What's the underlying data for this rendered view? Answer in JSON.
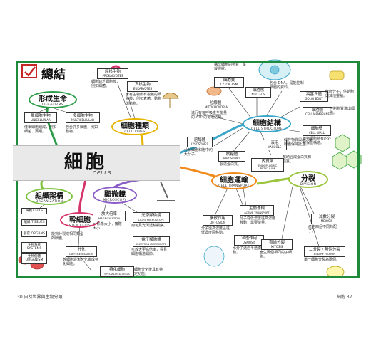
{
  "summary": {
    "title": "總結"
  },
  "center": {
    "zh": "細胞",
    "en": "CELLS"
  },
  "nodes": {
    "life_forms": {
      "zh": "形成生命",
      "en": "LIFE-FORMS"
    },
    "cell_types": {
      "zh": "細胞種類",
      "en": "CELL TYPES"
    },
    "cell_structure": {
      "zh": "細胞結構",
      "en": "CELL STRUCTURE"
    },
    "organization": {
      "zh": "組織架構",
      "en": "ORGANIZATION"
    },
    "stem_cells": {
      "zh": "幹細胞",
      "en": "STEM CELLS"
    },
    "microscopy": {
      "zh": "顯微鏡",
      "en": "MICROSCOPY"
    },
    "cell_transport": {
      "zh": "細胞運輸",
      "en": "CELL TRANSPORT"
    },
    "division": {
      "zh": "分裂",
      "en": "DIVISION"
    }
  },
  "life_forms_items": {
    "unicellular_zh": "單細胞生物",
    "unicellular_en": "UNICELLULAR",
    "unicellular_desc": "僅單細胞組成，例如細菌、藻類。",
    "multicellular_zh": "多細胞生物",
    "multicellular_en": "MULTICELLULAR",
    "multicellular_desc": "包含許多細胞，例如動物。"
  },
  "cell_types_items": {
    "prokaryote_zh": "原核生物",
    "prokaryote_en": "PROKARYOTES",
    "prokaryote_desc": "細胞缺乏細胞核，例如細菌。",
    "eukaryote_zh": "真核生物",
    "eukaryote_en": "EUKARYOTES",
    "eukaryote_desc": "含有生物所有複雜的細胞核，例如真菌、動物與植物。"
  },
  "structure_items": {
    "cytoplasm_zh": "細胞質",
    "cytoplasm_en": "CYTOPLASM",
    "cytoplasm_desc": "構成細胞的物質，呈凝膠狀。",
    "nucleus_zh": "細胞核",
    "nucleus_en": "NUCLEUS",
    "nucleus_desc": "包含 DNA，是能控制細胞的資料。",
    "mitochondria_zh": "粒線體",
    "mitochondria_en": "MITOCHONDRIA",
    "mitochondria_desc": "進行有氧呼吸產生能量的 ATP 的電池結構。",
    "golgi_zh": "高基氏體",
    "golgi_en": "GOLGI BODY",
    "golgi_desc": "修飾分子，供給胞與其他靈點。",
    "membrane_zh": "細胞膜",
    "membrane_en": "CELL MEMBRANE",
    "membrane_desc": "控制物質進出細胞。",
    "wall_zh": "細胞壁",
    "wall_en": "CELL WALL",
    "wall_desc": "植物細胞特有的外層保護構造。",
    "lysosome_zh": "溶酶體",
    "lysosome_en": "LYSOSOMES",
    "lysosome_desc": "分解細胞和胞中的大分子。",
    "ribosome_zh": "核糖體",
    "ribosome_en": "RIBOSOMES",
    "ribosome_desc": "製造蛋白質。",
    "vacuole_zh": "液泡",
    "vacuole_en": "VACUOLE",
    "vacuole_desc": "儲存物質與水，使細胞保持挺直。",
    "er_zh": "內質網",
    "er_en": "ENDOPLASMIC RETICULUM",
    "er_desc": "幫助合成蛋白質和脂質。"
  },
  "organization_items": {
    "cells": "細胞 CELLS",
    "tissues": "組織 TISSUES",
    "organs": "器官 ORGANS",
    "systems": "生物系統 SYSTEMS",
    "organism": "生物個體 ORGANISM"
  },
  "stem_items": {
    "stem_desc": "能夠分裂成相同類型的細胞。",
    "diff_zh": "分化",
    "diff_en": "DIFFERENTIATION",
    "diff_desc": "幹細胞逐漸分化變成特化細胞。",
    "special_zh": "特化細胞",
    "special_en": "SPECIALIZED CELLS",
    "special_desc": "細胞分化後具有特定功能。"
  },
  "microscopy_items": {
    "mag_zh": "放大倍率",
    "mag_en": "MAGNIFICATION",
    "mag_formula": "= 影像大小 / 實際大小",
    "light_zh": "光學顯微鏡",
    "light_en": "LIGHT MICROSCOPE",
    "light_desc": "用可見光與透鏡觀察。",
    "electron_zh": "電子顯微鏡",
    "electron_en": "ELECTRON MICROSCOPE",
    "electron_desc": "可放大更高倍率，看見細胞構造細節。"
  },
  "transport_items": {
    "active_zh": "主動運輸",
    "active_en": "ACTIVE TRANSPORT",
    "active_desc": "分子從低濃度往高濃度移動，需要能量。",
    "diffusion_zh": "擴散作用",
    "diffusion_en": "DIFFUSION",
    "diffusion_desc": "分子從高濃度區往低濃度區移動。",
    "osmosis_zh": "滲透作用",
    "osmosis_en": "OSMOSIS",
    "osmosis_desc": "水分子透過半透膜移動。"
  },
  "division_items": {
    "mitosis_zh": "有絲分裂",
    "mitosis_en": "MITOSIS",
    "mitosis_desc": "產生兩個相同的子細胞。",
    "meiosis_zh": "減數分裂",
    "meiosis_en": "MEIOSIS",
    "meiosis_desc": "產生四個不同的配子。",
    "binary_zh": "二分裂 / 無性分裂",
    "binary_en": "BINARY FISSION",
    "binary_desc": "單一細胞分裂為兩個。"
  },
  "footer": {
    "left": "30  自然世界與生物分類",
    "right": "細胞  37"
  },
  "colors": {
    "frame": "#1e8a3a",
    "life": "#2e9e4a",
    "types": "#e8b400",
    "structure": "#3aa6c9",
    "organization": "#7fc242",
    "stem": "#d6336c",
    "microscopy": "#8a5cc7",
    "transport": "#f08a1c",
    "division": "#9bc53d"
  }
}
